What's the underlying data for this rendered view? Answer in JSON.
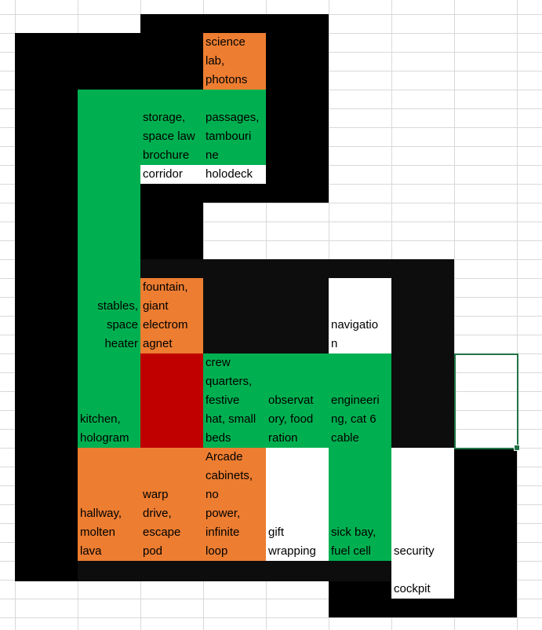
{
  "colors": {
    "wall": "#000000",
    "green": "#00b050",
    "orange": "#ed7d31",
    "red": "#c00000",
    "white": "#ffffff",
    "gridline": "#d9d9d9",
    "selection": "#217346"
  },
  "rooms": {
    "science_lab": [
      "science",
      "lab,",
      "photons"
    ],
    "storage": [
      "storage,",
      "space law",
      "brochure"
    ],
    "passages": [
      "passages,",
      "tambouri",
      "ne"
    ],
    "corridor": [
      "corridor"
    ],
    "holodeck": [
      "holodeck"
    ],
    "stables": [
      "stables,",
      "space",
      "heater"
    ],
    "fountain": [
      "fountain,",
      "giant",
      "electrom",
      "agnet"
    ],
    "navigation": [
      "navigatio",
      "n"
    ],
    "crew_quarters": [
      "crew",
      "quarters,",
      "festive",
      "hat, small",
      "beds"
    ],
    "observatory": [
      "observat",
      "ory, food",
      "ration"
    ],
    "engineering": [
      "engineeri",
      "ng, cat 6",
      "cable"
    ],
    "kitchen": [
      "kitchen,",
      "hologram"
    ],
    "hallway": [
      "hallway,",
      "molten",
      "lava"
    ],
    "warp_drive": [
      "warp",
      "drive,",
      "escape",
      "pod"
    ],
    "arcade": [
      "Arcade",
      "cabinets,",
      "no",
      "power,",
      "infinite",
      "loop"
    ],
    "gift_wrapping": [
      "gift",
      "wrapping"
    ],
    "sick_bay": [
      "sick bay,",
      "fuel cell"
    ],
    "security": [
      "security"
    ],
    "cockpit": [
      "cockpit"
    ]
  }
}
